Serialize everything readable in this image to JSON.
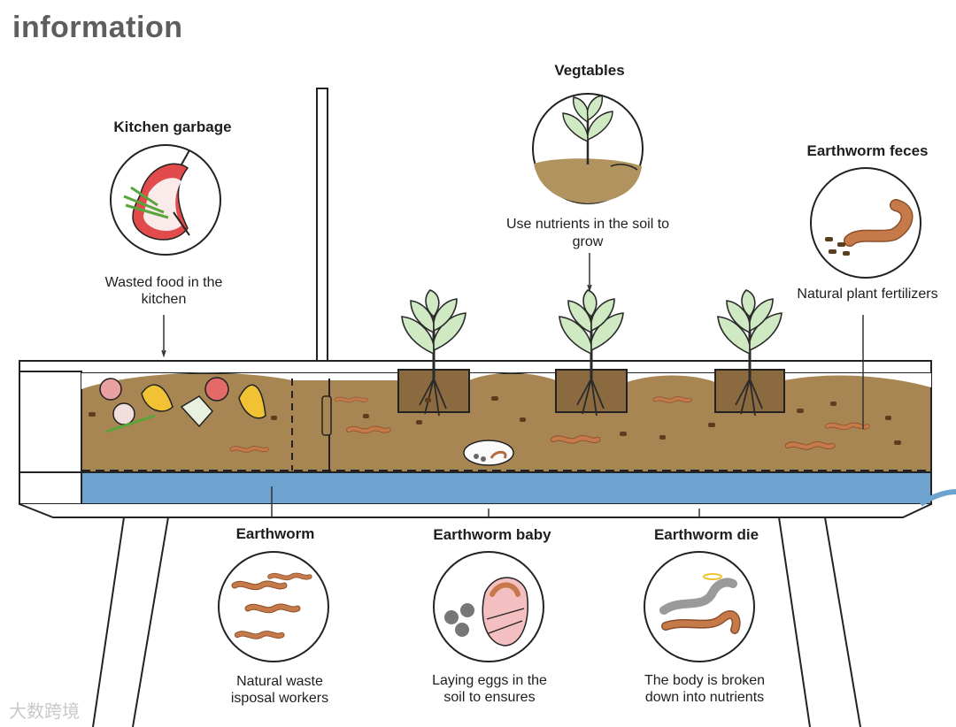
{
  "title": "information",
  "colors": {
    "soil": "#a88654",
    "water": "#6fa3cf",
    "worm": "#c67a4a",
    "leaf": "#cfe9c3",
    "line": "#222222"
  },
  "labels": {
    "kitchen": {
      "heading": "Kitchen garbage",
      "line1": "Wasted food in the",
      "line2": "kitchen"
    },
    "vegetables": {
      "heading": "Vegtables",
      "line1": "Use nutrients in the soil to",
      "line2": "grow"
    },
    "feces": {
      "heading": "Earthworm feces",
      "line1": "Natural plant fertilizers"
    },
    "earthworm": {
      "heading": "Earthworm",
      "line1": "Natural waste",
      "line2": "isposal workers"
    },
    "baby": {
      "heading": "Earthworm baby",
      "line1": "Laying eggs in the",
      "line2": "soil to ensures"
    },
    "die": {
      "heading": "Earthworm die",
      "line1": "The body is broken",
      "line2": "down  into nutrients"
    }
  },
  "icons": [
    "apple-core-icon",
    "seedling-icon",
    "worm-icon",
    "worms-icon",
    "egg-cocoon-icon",
    "dead-worm-icon",
    "plant-icon"
  ],
  "watermark": "大数跨境"
}
